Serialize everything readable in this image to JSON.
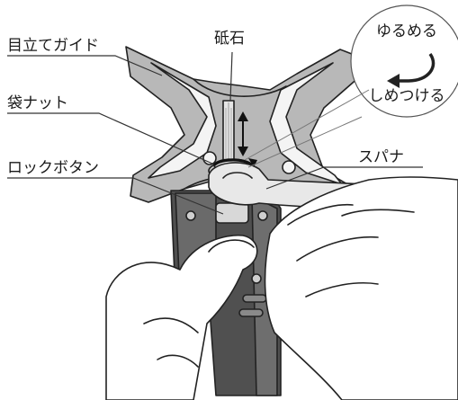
{
  "labels": {
    "guide": "目立てガイド",
    "whetstone": "砥石",
    "cap_nut": "袋ナット",
    "lock_button": "ロックボタン",
    "wrench": "スパナ",
    "loosen": "ゆるめる",
    "tighten": "しめつける"
  },
  "colors": {
    "guide_fill": "#b8b8b8",
    "body_dark": "#505050",
    "body_mid": "#7a7a7a",
    "metal": "#d8d8d8",
    "line": "#333333"
  }
}
